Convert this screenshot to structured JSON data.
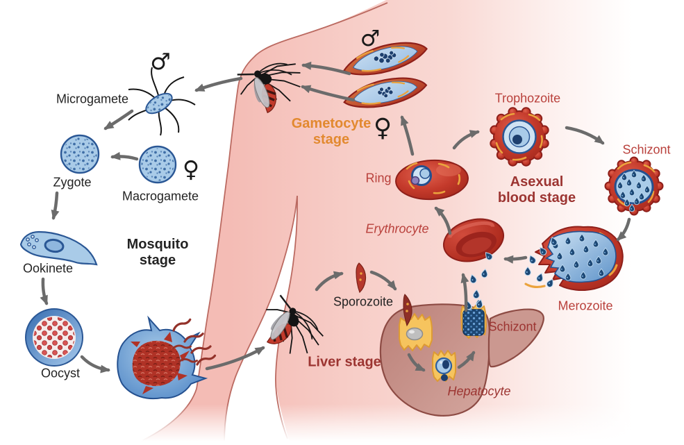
{
  "palette": {
    "body_pink": "#f5c3bc",
    "body_outline": "#bb6a61",
    "arrow_gray": "#6b6b6b",
    "cell_blue_fill": "#a9cbe8",
    "cell_blue_outline": "#2a5795",
    "parasite_navy": "#1d3f6e",
    "red_cell": "#c23a2b",
    "dark_red_rim": "#8e1f1a",
    "orange_accent": "#eba33d",
    "liver_fill": "#c48d85",
    "liver_outline": "#8d4b44",
    "hepatocyte_yellow": "#f6c45e",
    "label_red": "#b9413c",
    "label_dark_red": "#9c3431",
    "label_orange": "#e2892f",
    "label_black": "#232323"
  },
  "stage_labels": {
    "mosquito": {
      "line1": "Mosquito",
      "line2": "stage"
    },
    "gametocyte": {
      "line1": "Gametocyte",
      "line2": "stage"
    },
    "asexual_blood": {
      "line1": "Asexual",
      "line2": "blood stage"
    },
    "liver": {
      "line1": "Liver stage"
    }
  },
  "cell_labels": {
    "microgamete": "Microgamete",
    "zygote": "Zygote",
    "macrogamete": "Macrogamete",
    "ookinete": "Ookinete",
    "oocyst": "Oocyst",
    "sporozoite": "Sporozoite",
    "ring": "Ring",
    "trophozoite": "Trophozoite",
    "blood_schizont": "Schizont",
    "erythrocyte": "Erythrocyte",
    "merozoite": "Merozoite",
    "liver_schizont": "Schizont",
    "hepatocyte": "Hepatocyte"
  },
  "symbols": {
    "male": "♂",
    "female": "♀"
  }
}
